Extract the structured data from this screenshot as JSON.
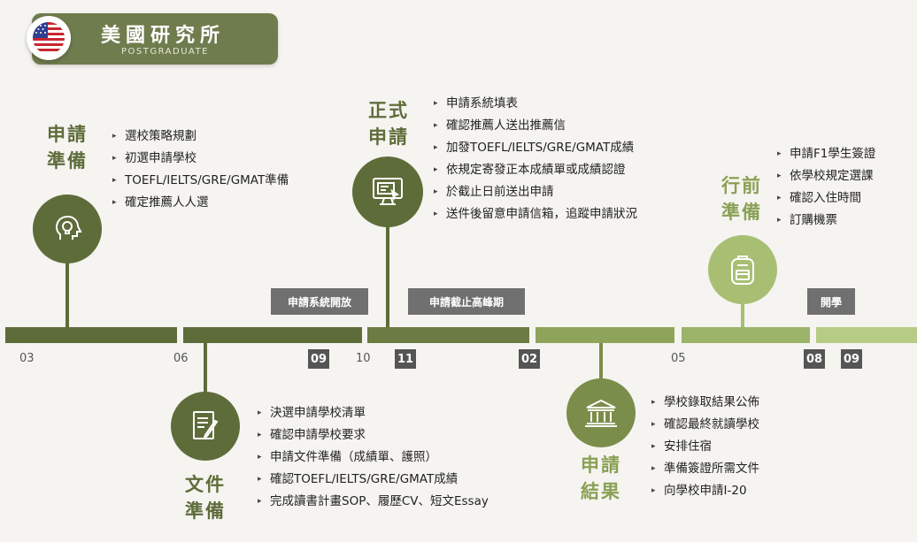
{
  "header": {
    "title": "美國研究所",
    "subtitle": "POSTGRADUATE",
    "flag_icon": "us-flag-icon"
  },
  "colors": {
    "dark_green": "#5e6c3a",
    "mid_green": "#7b8d4a",
    "light_green": "#a8bf73",
    "gray_label": "#707070"
  },
  "stages": {
    "apply_prep": {
      "title_l1": "申請",
      "title_l2": "準備",
      "icon": "lightbulb-head-icon",
      "items": [
        "選校策略規劃",
        "初選申請學校",
        "TOEFL/IELTS/GRE/GMAT準備",
        "確定推薦人人選"
      ]
    },
    "document_prep": {
      "title_l1": "文件",
      "title_l2": "準備",
      "icon": "document-pen-icon",
      "items": [
        "決選申請學校清單",
        "確認申請學校要求",
        "申請文件準備（成績單、護照）",
        "確認TOEFL/IELTS/GRE/GMAT成績",
        "完成讀書計畫SOP、履歷CV、短文Essay"
      ]
    },
    "formal_apply": {
      "title_l1": "正式",
      "title_l2": "申請",
      "icon": "computer-monitor-icon",
      "items": [
        "申請系統填表",
        "確認推薦人送出推薦信",
        "加發TOEFL/IELTS/GRE/GMAT成績",
        "依規定寄發正本成績單或成績認證",
        "於截止日前送出申請",
        "送件後留意申請信箱，追蹤申請狀況"
      ]
    },
    "results": {
      "title_l1": "申請",
      "title_l2": "結果",
      "icon": "university-building-icon",
      "items": [
        "學校錄取結果公佈",
        "確認最終就讀學校",
        "安排住宿",
        "準備簽證所需文件",
        "向學校申請I-20"
      ]
    },
    "pre_departure": {
      "title_l1": "行前",
      "title_l2": "準備",
      "icon": "backpack-icon",
      "items": [
        "申請F1學生簽證",
        "依學校規定選課",
        "確認入住時間",
        "訂購機票"
      ]
    }
  },
  "timeline": {
    "labels": {
      "system_open": "申請系統開放",
      "deadline_peak": "申請截止高峰期",
      "school_start": "開學"
    },
    "months": {
      "m03": "03",
      "m06": "06",
      "m09": "09",
      "m10": "10",
      "m11": "11",
      "m02": "02",
      "m05": "05",
      "m08": "08",
      "m09b": "09"
    }
  }
}
